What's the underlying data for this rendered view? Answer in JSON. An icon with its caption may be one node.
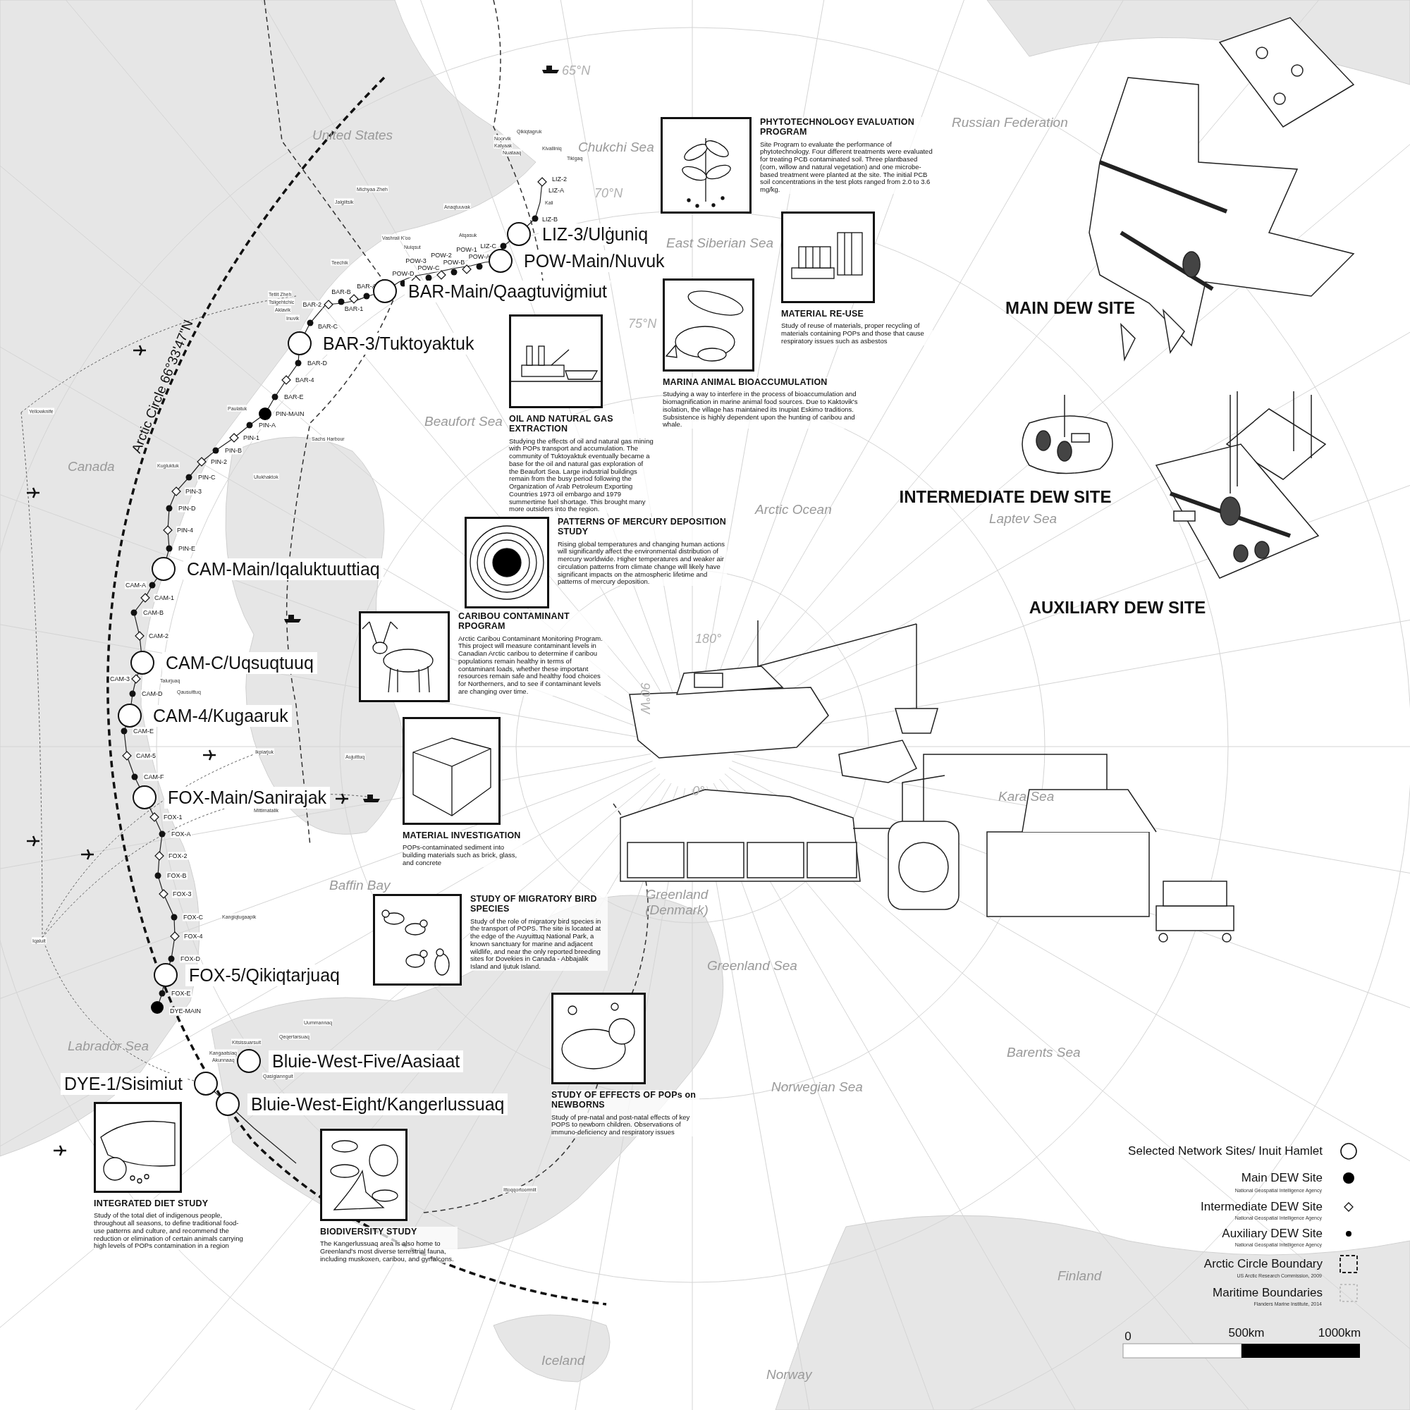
{
  "diagram": {
    "nodes": [
      {
        "text": [
          "LIZ-3/Ulġuniq"
        ]
      },
      {
        "text": [
          "POW-Main/Nuvuk"
        ]
      },
      {
        "text": [
          "BAR-Main/Qaagtuviġmiut"
        ]
      },
      {
        "text": [
          "BAR-3/Tuktoyaktuk"
        ]
      },
      {
        "text": [
          "CAM-Main/Iqaluktuuttiaq"
        ]
      },
      {
        "text": [
          "CAM-C/Uqsuqtuuq"
        ]
      },
      {
        "text": [
          "CAM-4/Kugaaruk"
        ]
      },
      {
        "text": [
          "FOX-Main/Sanirajak"
        ]
      },
      {
        "text": [
          "FOX-5/Qikiqtarjuaq"
        ]
      },
      {
        "text": [
          "Bluie-West-Five/Aasiaat"
        ]
      },
      {
        "text": [
          "DYE-1/Sisimiut"
        ]
      },
      {
        "text": [
          "Bluie-West-Eight/Kangerlussuaq"
        ]
      },
      {
        "text": [
          "PHYTOTECHNOLOGY EVALUATION PROGRAM",
          "Site Program to evaluate the performance of phytotechnology. Four different treatments were evaluated for treating PCB contaminated soil. Three plantbased (corn, willow and natural vegetation) and one microbe-based treatment were planted at the site. The initial PCB soil concentrations in the test plots ranged from 2.0 to 3.6 mg/kg."
        ]
      },
      {
        "text": [
          "MATERIAL RE-USE",
          "Study of reuse of materials, proper recycling of materials containing POPs and those that cause respiratory issues such as asbestos"
        ]
      },
      {
        "text": [
          "MARINA ANIMAL BIOACCUMULATION",
          "Studying a way to interfere in the process of bioaccumulation and biomagnification in marine animal food sources. Due to Kaktovik's isolation, the village has maintained its Inupiat Eskimo traditions. Subsistence is highly dependent upon the hunting of caribou and whale."
        ]
      },
      {
        "text": [
          "OIL AND NATURAL GAS EXTRACTION",
          "Studying the effects of oil and natural gas mining with POPs transport and accumulation. The community of Tuktoyaktuk eventually became a base for the oil and natural gas exploration of the Beaufort Sea. Large industrial buildings remain from the busy period following the Organization of Arab Petroleum Exporting Countries 1973 oil embargo and 1979 summertime fuel shortage. This brought many more outsiders into the region."
        ]
      },
      {
        "text": [
          "PATTERNS OF MERCURY DEPOSITION STUDY",
          "Rising global temperatures and changing human actions will significantly affect the environmental distribution of mercury worldwide. Higher temperatures and weaker air circulation patterns from climate change will likely have significant impacts on the atmospheric lifetime and patterns of mercury deposition."
        ]
      },
      {
        "text": [
          "CARIBOU CONTAMINANT RPOGRAM",
          "Arctic Caribou Contaminant Monitoring Program. This project will measure contaminant levels in Canadian Arctic caribou to determine if caribou populations remain healthy in terms of contaminant loads, whether these important resources remain safe and healthy food choices for Northerners, and to see if contaminant levels are changing over time."
        ]
      },
      {
        "text": [
          "MATERIAL INVESTIGATION",
          "POPs-contaminated sediment into building materials such as brick, glass, and concrete"
        ]
      },
      {
        "text": [
          "STUDY OF MIGRATORY BIRD SPECIES",
          "Study of the role of migratory bird species in the transport of POPS. The site is located at the edge of the Auyuittuq National Park, a known sanctuary for marine and adjacent wildlife, and near the only reported breeding sites for Dovekies in Canada - Abbajalik Island and Ijutuk Island."
        ]
      },
      {
        "text": [
          "STUDY OF EFFECTS OF POPs on NEWBORNS",
          "Study of pre-natal and post-natal effects of key POPS to newborn children. Observations of immuno-deficiency and respiratory issues"
        ]
      },
      {
        "text": [
          "BIODIVERSITY STUDY",
          "The Kangerlussuaq area is also home to Greenland's most diverse terrestrial fauna, including muskoxen, caribou, and gyrfalcons."
        ]
      },
      {
        "text": [
          "INTEGRATED DIET STUDY",
          "Study of the total diet of indigenous people, throughout all seasons, to define traditional food-use patterns and culture, and recommend the reduction or elimination of certain animals carrying high levels of POPs contamination in a region"
        ]
      }
    ],
    "labels": [
      "United States",
      "Russian Federation",
      "Chukchi Sea",
      "East Siberian Sea",
      "Canada",
      "Beaufort Sea",
      "Arctic Ocean",
      "Laptev Sea",
      "Kara Sea",
      "Baffin Bay",
      "Greenland (Denmark)",
      "Greenland Sea",
      "Barents Sea",
      "Labrador Sea",
      "Norwegian Sea",
      "Finland",
      "Iceland",
      "Norway",
      "65°N",
      "70°N",
      "75°N",
      "180°",
      "90°W",
      "0°",
      "Arctic Circle 66°33'47\"N",
      "LIZ-2",
      "LIZ-A",
      "LIZ-B",
      "LIZ-C",
      "POW-A",
      "POW-1",
      "POW-B",
      "POW-2",
      "POW-C",
      "POW-3",
      "POW-D",
      "BAR-A",
      "BAR-1",
      "BAR-B",
      "BAR-2",
      "BAR-C",
      "BAR-D",
      "BAR-4",
      "BAR-E",
      "PIN-MAIN",
      "PIN-A",
      "PIN-1",
      "PIN-B",
      "PIN-2",
      "PIN-C",
      "PIN-3",
      "PIN-D",
      "PIN-4",
      "PIN-E",
      "CAM-A",
      "CAM-1",
      "CAM-B",
      "CAM-2",
      "CAM-3",
      "CAM-D",
      "CAM-E",
      "CAM-5",
      "CAM-F",
      "FOX-1",
      "FOX-A",
      "FOX-2",
      "FOX-B",
      "FOX-3",
      "FOX-C",
      "FOX-4",
      "FOX-D",
      "FOX-E",
      "DYE-MAIN",
      "Qikiqtagruk",
      "Noorvik",
      "Katyaak",
      "Nuataaq",
      "Kivalliniq",
      "Tikigaq",
      "Kali",
      "Michyaa Zheh",
      "Jalgiitsik",
      "Anaqtuuvak",
      "Atqasuk",
      "Vashraii K'oo",
      "Nuiqsut",
      "Teechik",
      "Tetlit Zheh",
      "Tsiigehtchic",
      "Aklavik",
      "Inuvik",
      "Paulatuk",
      "Sachs Harbour",
      "Kugluktuk",
      "Ulukhaktok",
      "Talurjuaq",
      "Qausuittuq",
      "Ikpiarjuk",
      "Aujuittuq",
      "Mittimatalik",
      "Kangiqtugaapik",
      "Uummannaq",
      "Qeqertarsuaq",
      "Kitsissuarsuit",
      "Kangaatsiaq",
      "Akunnaaq",
      "Qasigiannguit",
      "Ittoqqortoormiit",
      "Yellowknife",
      "Iqaluit",
      "MAIN DEW SITE",
      "INTERMEDIATE DEW SITE",
      "AUXILIARY DEW SITE",
      "National Geospatial Intelligence Agency",
      "National Geospatial Intelligence Agency",
      "National Geospatial Intelligence Agency",
      "US Arctic Research Commission, 2009",
      "Flanders Marine Institute, 2014",
      "0",
      "500km",
      "1000km"
    ],
    "legend": [
      {
        "text": "Selected Network Sites/ Inuit Hamlet"
      },
      {
        "text": "Main DEW Site"
      },
      {
        "text": "Intermediate DEW Site"
      },
      {
        "text": "Auxiliary DEW Site"
      },
      {
        "text": "Arctic Circle Boundary"
      },
      {
        "text": "Maritime Boundaries"
      }
    ]
  }
}
